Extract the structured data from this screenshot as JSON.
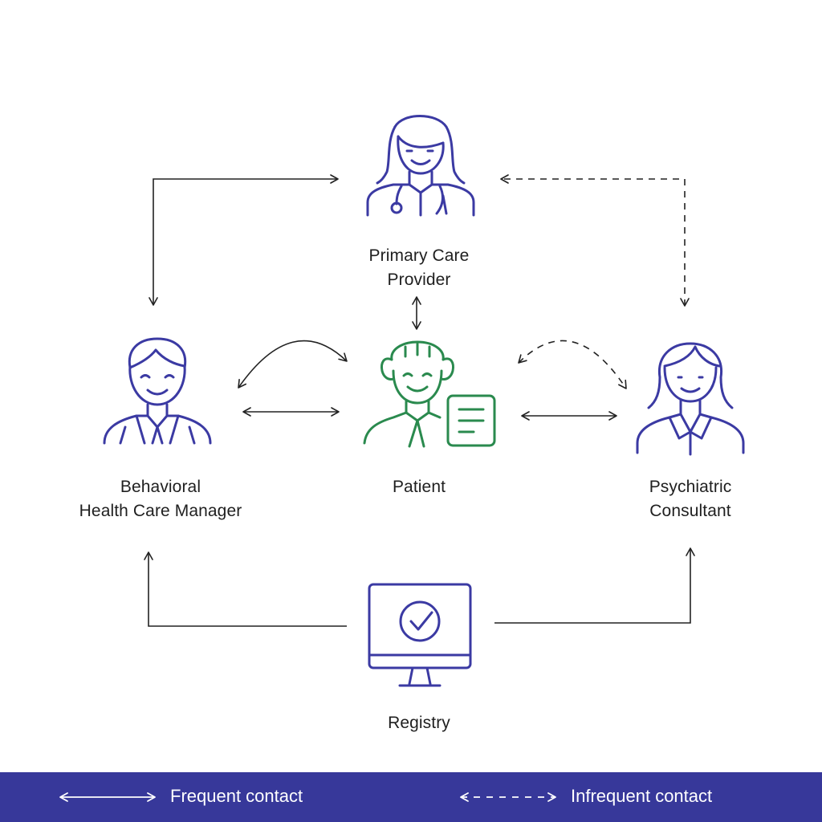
{
  "colors": {
    "icon_primary": "#3b3aa3",
    "icon_patient": "#2a8a4e",
    "arrow": "#222222",
    "legend_bar": "#37389a",
    "legend_text": "#ffffff"
  },
  "nodes": {
    "primary_care_provider": {
      "label_lines": [
        "Primary Care",
        "Provider"
      ],
      "icon": "female-doctor-icon"
    },
    "patient": {
      "label_lines": [
        "Patient"
      ],
      "icon": "elderly-patient-with-document-icon"
    },
    "behavioral_health_care_manager": {
      "label_lines": [
        "Behavioral",
        "Health Care Manager"
      ],
      "icon": "male-professional-icon"
    },
    "psychiatric_consultant": {
      "label_lines": [
        "Psychiatric",
        "Consultant"
      ],
      "icon": "female-consultant-icon"
    },
    "registry": {
      "label_lines": [
        "Registry"
      ],
      "icon": "monitor-checkmark-icon"
    }
  },
  "connections": [
    {
      "from": "behavioral_health_care_manager",
      "to": "primary_care_provider",
      "style": "solid"
    },
    {
      "from": "psychiatric_consultant",
      "to": "primary_care_provider",
      "style": "dashed"
    },
    {
      "from": "primary_care_provider",
      "to": "patient",
      "style": "solid"
    },
    {
      "from": "behavioral_health_care_manager",
      "to": "patient",
      "style": "solid"
    },
    {
      "from": "patient",
      "to": "psychiatric_consultant",
      "style": "solid"
    },
    {
      "from": "patient",
      "to": "psychiatric_consultant",
      "style": "dashed"
    },
    {
      "from": "registry",
      "to": "behavioral_health_care_manager",
      "style": "solid"
    },
    {
      "from": "registry",
      "to": "psychiatric_consultant",
      "style": "solid"
    }
  ],
  "legend": {
    "frequent": {
      "label": "Frequent contact",
      "style": "solid"
    },
    "infrequent": {
      "label": "Infrequent contact",
      "style": "dashed"
    }
  }
}
